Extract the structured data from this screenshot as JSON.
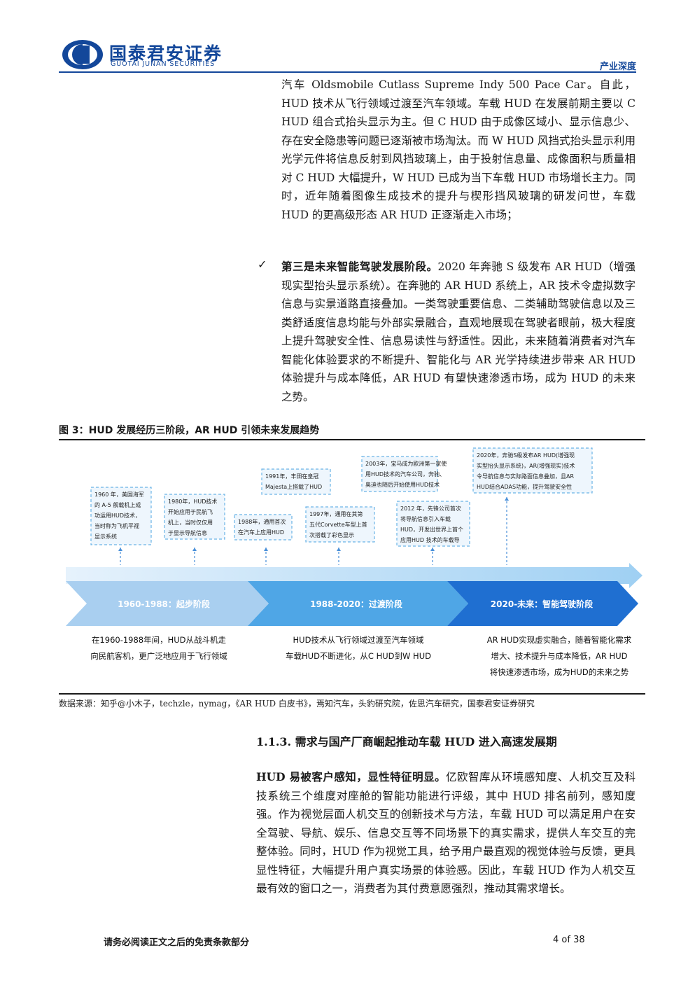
{
  "header": {
    "logo_cn": "国泰君安证券",
    "logo_en": "GUOTAI JUNAN SECURITIES",
    "tag": "产业深度",
    "brand_color": "#13479a"
  },
  "paragraph1": "汽车 Oldsmobile Cutlass Supreme Indy 500 Pace Car。自此，HUD 技术从飞行领域过渡至汽车领域。车载 HUD 在发展前期主要以 C HUD 组合式抬头显示为主。但 C HUD 由于成像区域小、显示信息少、存在安全隐患等问题已逐渐被市场淘汰。而 W HUD 风挡式抬头显示利用光学元件将信息反射到风挡玻璃上，由于投射信息量、成像面积与质量相对 C HUD 大幅提升，W HUD 已成为当下车载 HUD 市场增长主力。同时，近年随着图像生成技术的提升与楔形挡风玻璃的研发问世，车载 HUD 的更高级形态 AR HUD 正逐渐走入市场；",
  "bullet": {
    "mark": "✓",
    "lead": "第三是未来智能驾驶发展阶段。",
    "text": "2020 年奔驰 S 级发布 AR HUD（增强现实型抬头显示系统）。在奔驰的 AR HUD 系统上，AR 技术令虚拟数字信息与实景道路直接叠加。一类驾驶重要信息、二类辅助驾驶信息以及三类舒适度信息均能与外部实景融合，直观地展现在驾驶者眼前，极大程度上提升驾驶安全性、信息易读性与舒适性。因此，未来随着消费者对汽车智能化体验要求的不断提升、智能化与 AR 光学持续进步带来 AR HUD 体验提升与成本降低，AR HUD 有望快速渗透市场，成为 HUD 的未来之势。"
  },
  "figure": {
    "title": "图 3：HUD 发展经历三阶段，AR HUD 引领未来发展趋势",
    "events": [
      {
        "lines": [
          "1960 年，美国海军",
          "的 A-5 舰载机上成",
          "功运用HUD技术，",
          "当时称为飞机平视",
          "显示系统"
        ]
      },
      {
        "lines": [
          "1980年，HUD技术",
          "开始应用于民航飞",
          "机上，当时仅仅用",
          "于显示导航信息"
        ]
      },
      {
        "lines": [
          "1988年，通用首次",
          "在汽车上应用HUD"
        ]
      },
      {
        "lines": [
          "1991年，丰田在皇冠",
          "Majesta上搭载了HUD"
        ]
      },
      {
        "lines": [
          "1997年，通用在其第",
          "五代Corvette车型上首",
          "次搭载了彩色显示"
        ]
      },
      {
        "lines": [
          "2003年，宝马成为欧洲第一家使",
          "用HUD技术的汽车公司，奔驰、",
          "奥迪也随后开始使用HUD技术"
        ]
      },
      {
        "lines": [
          "2012 年，先锋公司首次",
          "将导航信息引入车载",
          "HUD，开发出世界上首个",
          "应用HUD 技术的车载导"
        ]
      },
      {
        "lines": [
          "2020年，奔驰S级发布AR HUD(增强现",
          "实型抬头显示系统)，AR(增强现实)技术",
          "令导航信息与实际路面信息叠加，且AR",
          "HUD结合ADAS功能，提升驾驶安全性"
        ]
      }
    ],
    "stages": [
      {
        "label": "1960-1988：起步阶段",
        "desc": [
          "在1960-1988年间，HUD从战斗机走",
          "向民航客机，更广泛地应用于飞行领域"
        ]
      },
      {
        "label": "1988-2020：过渡阶段",
        "desc": [
          "HUD技术从飞行领域过渡至汽车领域",
          "车载HUD不断进化，从C HUD到W HUD"
        ]
      },
      {
        "label": "2020-未来：智能驾驶阶段",
        "desc": [
          "AR HUD实现虚实融合，随着智能化需求",
          "增大、技术提升与成本降低，AR HUD",
          "将快速渗透市场，成为HUD的未来之势"
        ]
      }
    ],
    "colors": {
      "stage1": "#a9cff0",
      "stage2": "#4fa6e6",
      "stage3": "#1f6fd1",
      "box_border": "#6ab3e6",
      "box_fill": "#eef6fd"
    }
  },
  "source": "数据来源：知乎@小木子，techzle，nymag，《AR HUD 白皮书》，焉知汽车，头豹研究院，佐思汽车研究，国泰君安证券研究",
  "section_heading": "1.1.3.   需求与国产厂商崛起推动车载 HUD 进入高速发展期",
  "paragraph3": {
    "lead": "HUD 易被客户感知，显性特征明显。",
    "text": "亿欧智库从环境感知度、人机交互及科技系统三个维度对座舱的智能功能进行评级，其中 HUD 排名前列，感知度强。作为视觉层面人机交互的创新技术与方法，车载 HUD 可以满足用户在安全驾驶、导航、娱乐、信息交互等不同场景下的真实需求，提供人车交互的完整体验。同时，HUD 作为视觉工具，给予用户最直观的视觉体验与反馈，更具显性特征，大幅提升用户真实场景的体验感。因此，车载 HUD 作为人机交互最有效的窗口之一，消费者为其付费意愿强烈，推动其需求增长。"
  },
  "footer": {
    "disclaimer": "请务必阅读正文之后的免责条款部分",
    "page": "4 of 38"
  }
}
